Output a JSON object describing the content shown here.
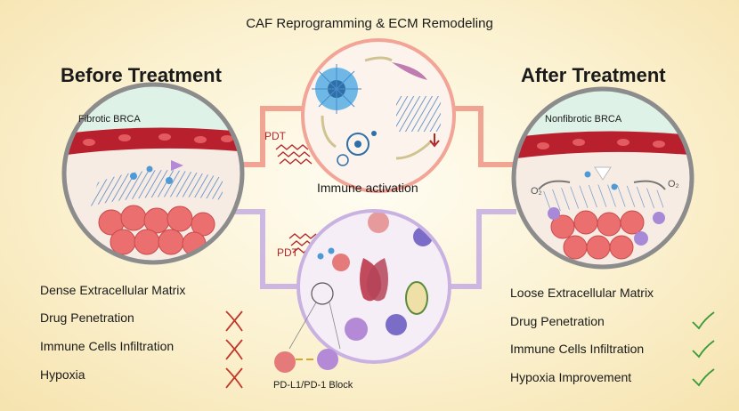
{
  "title": "CAF Reprogramming & ECM Remodeling",
  "panels": {
    "before": {
      "heading": "Before Treatment",
      "label": "Fibrotic BRCA"
    },
    "after": {
      "heading": "After Treatment",
      "label": "Nonfibrotic BRCA"
    }
  },
  "center": {
    "top_caption": "Immune activation",
    "pdt_label_top": "PDT",
    "pdt_label_bottom": "PDT",
    "bottom_caption": "PD-L1/PD-1 Block",
    "o2_left": "O₂",
    "o2_right": "O₂"
  },
  "before_list": [
    "Dense Extracellular Matrix",
    "Drug Penetration",
    "Immune Cells Infiltration",
    "Hypoxia"
  ],
  "after_list": [
    "Loose Extracellular Matrix",
    "Drug Penetration",
    "Immune Cells Infiltration",
    "Hypoxia Improvement"
  ],
  "colors": {
    "cross": "#c0392b",
    "check": "#3a9a3a",
    "pdt": "#b3262a",
    "top_path": "#f09a8a",
    "bottom_path": "#c0a6dc"
  }
}
